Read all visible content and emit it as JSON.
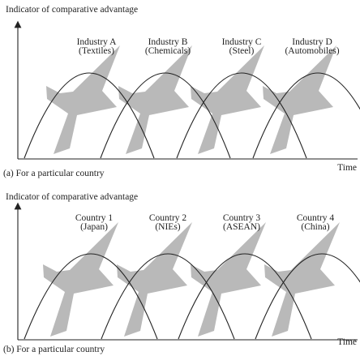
{
  "panels": [
    {
      "ylabel": "Indicator of comparative advantage",
      "xlabel": "Time",
      "caption": "(a) For a particular country",
      "stages": [
        {
          "name": "Industry A",
          "sub": "(Textiles)"
        },
        {
          "name": "Industry B",
          "sub": "(Chemicals)"
        },
        {
          "name": "Industry C",
          "sub": "(Steel)"
        },
        {
          "name": "Industry D",
          "sub": "(Automobiles)"
        }
      ]
    },
    {
      "ylabel": "Indicator of comparative advantage",
      "xlabel": "Time",
      "caption": "(b) For a particular country",
      "stages": [
        {
          "name": "Country 1",
          "sub": "(Japan)"
        },
        {
          "name": "Country 2",
          "sub": "(NIEs)"
        },
        {
          "name": "Country 3",
          "sub": "(ASEAN)"
        },
        {
          "name": "Country 4",
          "sub": "(China)"
        }
      ]
    }
  ],
  "colors": {
    "goose": "#b9b9b9",
    "line": "#222222"
  },
  "icons": {
    "goose": "flying-goose-icon"
  }
}
